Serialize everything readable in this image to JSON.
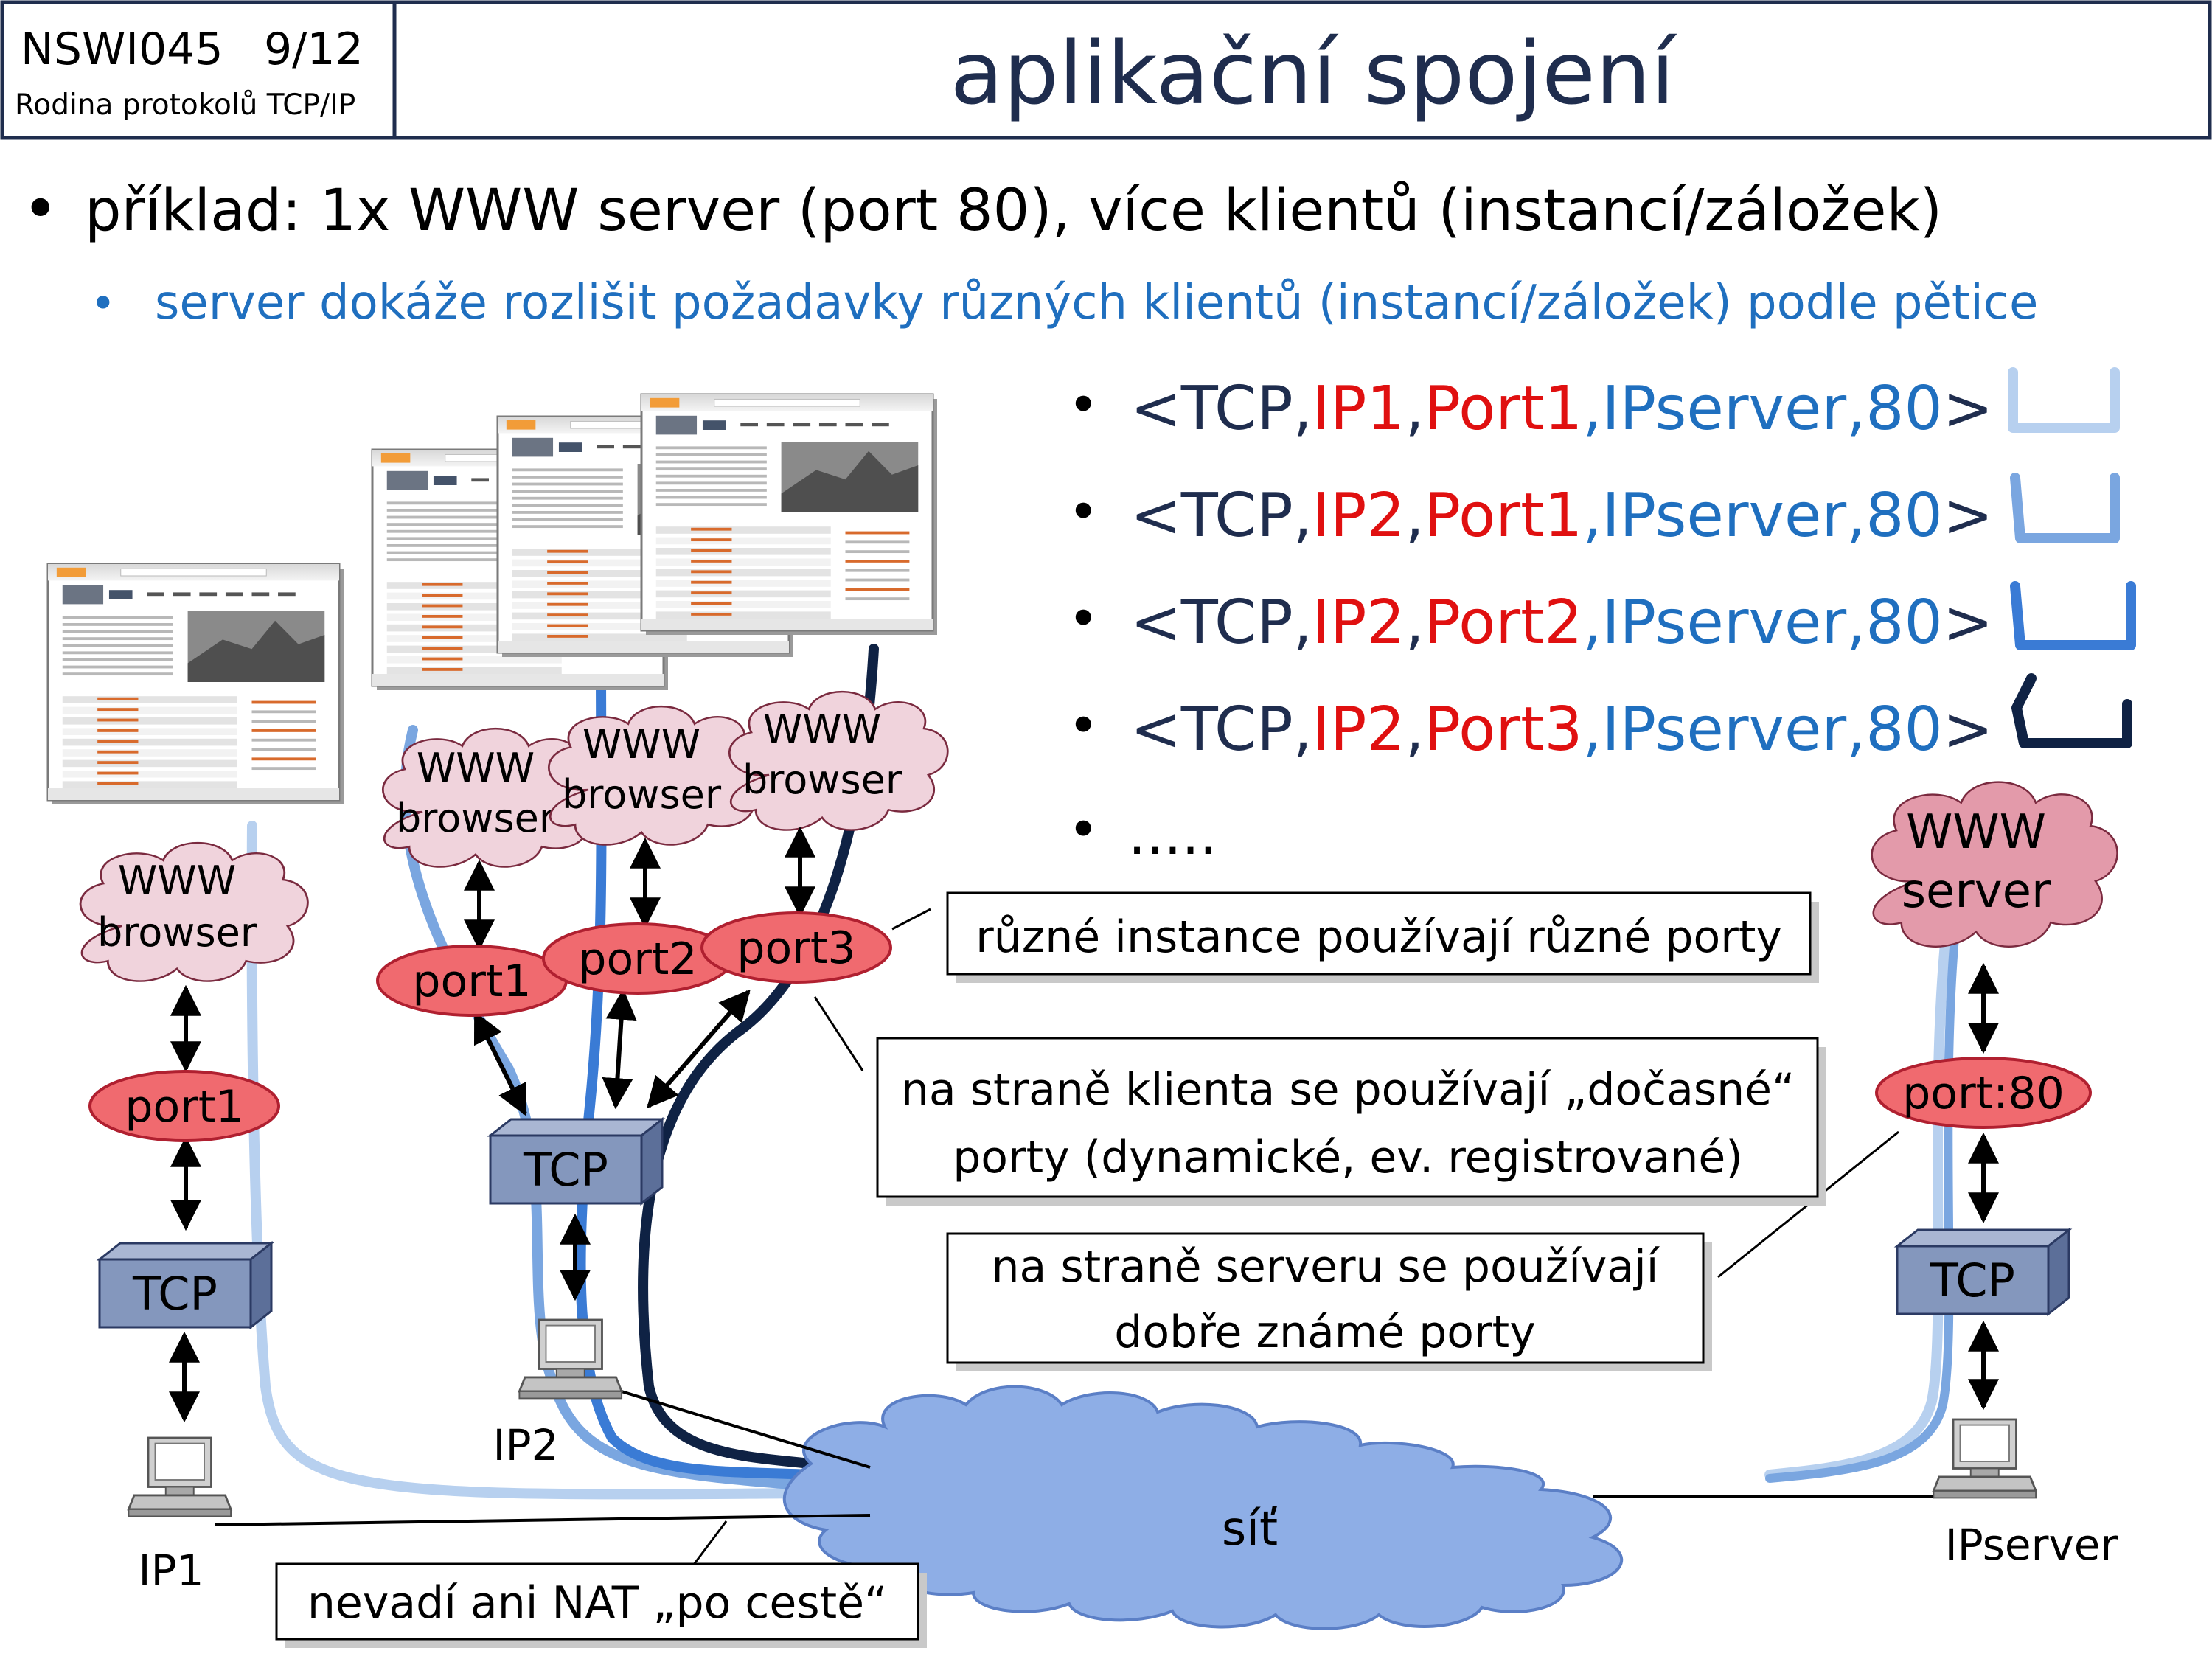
{
  "header": {
    "course_code": "NSWI045",
    "page": "9/12",
    "course_name": "Rodina protokolů TCP/IP",
    "title": "aplikační spojení"
  },
  "bullets": {
    "main": "příklad: 1x WWW server (port 80), více klientů (instancí/záložek)",
    "sub": "server dokáže rozlišit požadavky různých klientů (instancí/záložek) podle pětice",
    "tuples": [
      [
        {
          "t": "<TCP,",
          "c": "navy"
        },
        {
          "t": "IP1",
          "c": "red"
        },
        {
          "t": ",",
          "c": "navy"
        },
        {
          "t": "Port1",
          "c": "red"
        },
        {
          "t": ",IPserver,80",
          "c": "blue"
        },
        {
          "t": ">",
          "c": "navy"
        }
      ],
      [
        {
          "t": "<TCP,",
          "c": "navy"
        },
        {
          "t": "IP2",
          "c": "red"
        },
        {
          "t": ",",
          "c": "navy"
        },
        {
          "t": "Port1",
          "c": "red"
        },
        {
          "t": ",IPserver,80",
          "c": "blue"
        },
        {
          "t": ">",
          "c": "navy"
        }
      ],
      [
        {
          "t": "<TCP,",
          "c": "navy"
        },
        {
          "t": "IP2",
          "c": "red"
        },
        {
          "t": ",",
          "c": "navy"
        },
        {
          "t": "Port2",
          "c": "red"
        },
        {
          "t": ",IPserver,80",
          "c": "blue"
        },
        {
          "t": ">",
          "c": "navy"
        }
      ],
      [
        {
          "t": "<TCP,",
          "c": "navy"
        },
        {
          "t": "IP2",
          "c": "red"
        },
        {
          "t": ",",
          "c": "navy"
        },
        {
          "t": "Port3",
          "c": "red"
        },
        {
          "t": ",IPserver,80",
          "c": "blue"
        },
        {
          "t": ">",
          "c": "navy"
        }
      ]
    ],
    "ellipsis": "....."
  },
  "diagram": {
    "browser_line1": "WWW",
    "browser_line2": "browser",
    "server_line1": "WWW",
    "server_line2": "server",
    "port1": "port1",
    "port2": "port2",
    "port3": "port3",
    "port80": "port:80",
    "tcp": "TCP",
    "ip1": "IP1",
    "ip2": "IP2",
    "ipserver": "IPserver",
    "network": "síť"
  },
  "callouts": {
    "instances": "různé instance používají různé porty",
    "client_line1": "na straně klienta se používají „dočasné“",
    "client_line2": "porty (dynamické, ev. registrované)",
    "server_line1": "na straně serveru se používají",
    "server_line2": "dobře známé porty",
    "nat": "nevadí ani NAT „po cestě“"
  },
  "colors": {
    "navy": "#1f2d4e",
    "blue": "#1f6fbf",
    "red": "#e01010",
    "conn1": "#b7d0ef",
    "conn2": "#7aa6e0",
    "conn3": "#3a7bd5",
    "conn4": "#0f2244",
    "cloud_pink": "#f0d3dc",
    "cloud_server": "#e39aaa",
    "port_red": "#f06a6f",
    "network_blue": "#8eaee6",
    "tcp_box": "#8497bd"
  }
}
